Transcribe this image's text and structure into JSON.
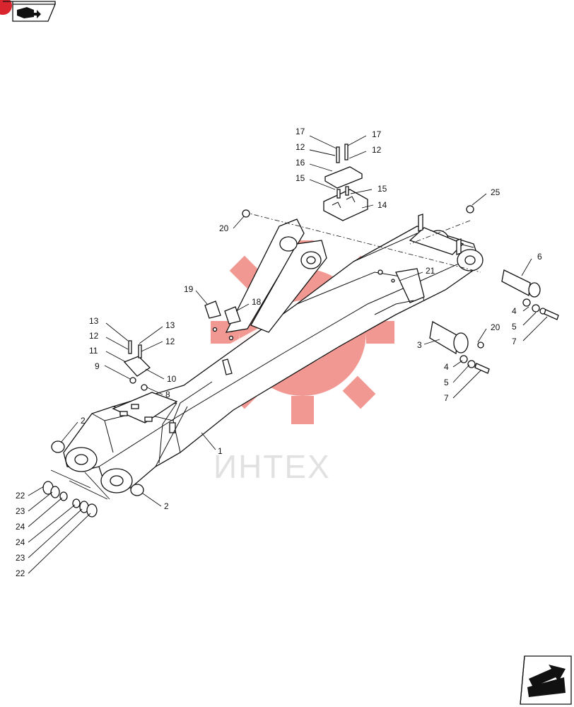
{
  "watermark": {
    "text": "ИНТЕХ",
    "color": "#e8443a"
  },
  "badge": {
    "color": "#d9262e"
  },
  "callouts": [
    {
      "id": "c17a",
      "label": "17"
    },
    {
      "id": "c17b",
      "label": "17"
    },
    {
      "id": "c12a",
      "label": "12"
    },
    {
      "id": "c12b",
      "label": "12"
    },
    {
      "id": "c16",
      "label": "16"
    },
    {
      "id": "c15a",
      "label": "15"
    },
    {
      "id": "c15b",
      "label": "15"
    },
    {
      "id": "c14",
      "label": "14"
    },
    {
      "id": "c25",
      "label": "25"
    },
    {
      "id": "c20a",
      "label": "20"
    },
    {
      "id": "c6",
      "label": "6"
    },
    {
      "id": "c21",
      "label": "21"
    },
    {
      "id": "c19",
      "label": "19"
    },
    {
      "id": "c18",
      "label": "18"
    },
    {
      "id": "c4a",
      "label": "4"
    },
    {
      "id": "c5a",
      "label": "5"
    },
    {
      "id": "c7a",
      "label": "7"
    },
    {
      "id": "c13a",
      "label": "13"
    },
    {
      "id": "c13b",
      "label": "13"
    },
    {
      "id": "c12c",
      "label": "12"
    },
    {
      "id": "c12d",
      "label": "12"
    },
    {
      "id": "c20b",
      "label": "20"
    },
    {
      "id": "c3",
      "label": "3"
    },
    {
      "id": "c11",
      "label": "11"
    },
    {
      "id": "c9",
      "label": "9"
    },
    {
      "id": "c10",
      "label": "10"
    },
    {
      "id": "c8",
      "label": "8"
    },
    {
      "id": "c4b",
      "label": "4"
    },
    {
      "id": "c5b",
      "label": "5"
    },
    {
      "id": "c7b",
      "label": "7"
    },
    {
      "id": "c2a",
      "label": "2"
    },
    {
      "id": "c1",
      "label": "1"
    },
    {
      "id": "c2b",
      "label": "2"
    },
    {
      "id": "c22a",
      "label": "22"
    },
    {
      "id": "c23a",
      "label": "23"
    },
    {
      "id": "c24a",
      "label": "24"
    },
    {
      "id": "c24b",
      "label": "24"
    },
    {
      "id": "c23b",
      "label": "23"
    },
    {
      "id": "c22b",
      "label": "22"
    }
  ]
}
